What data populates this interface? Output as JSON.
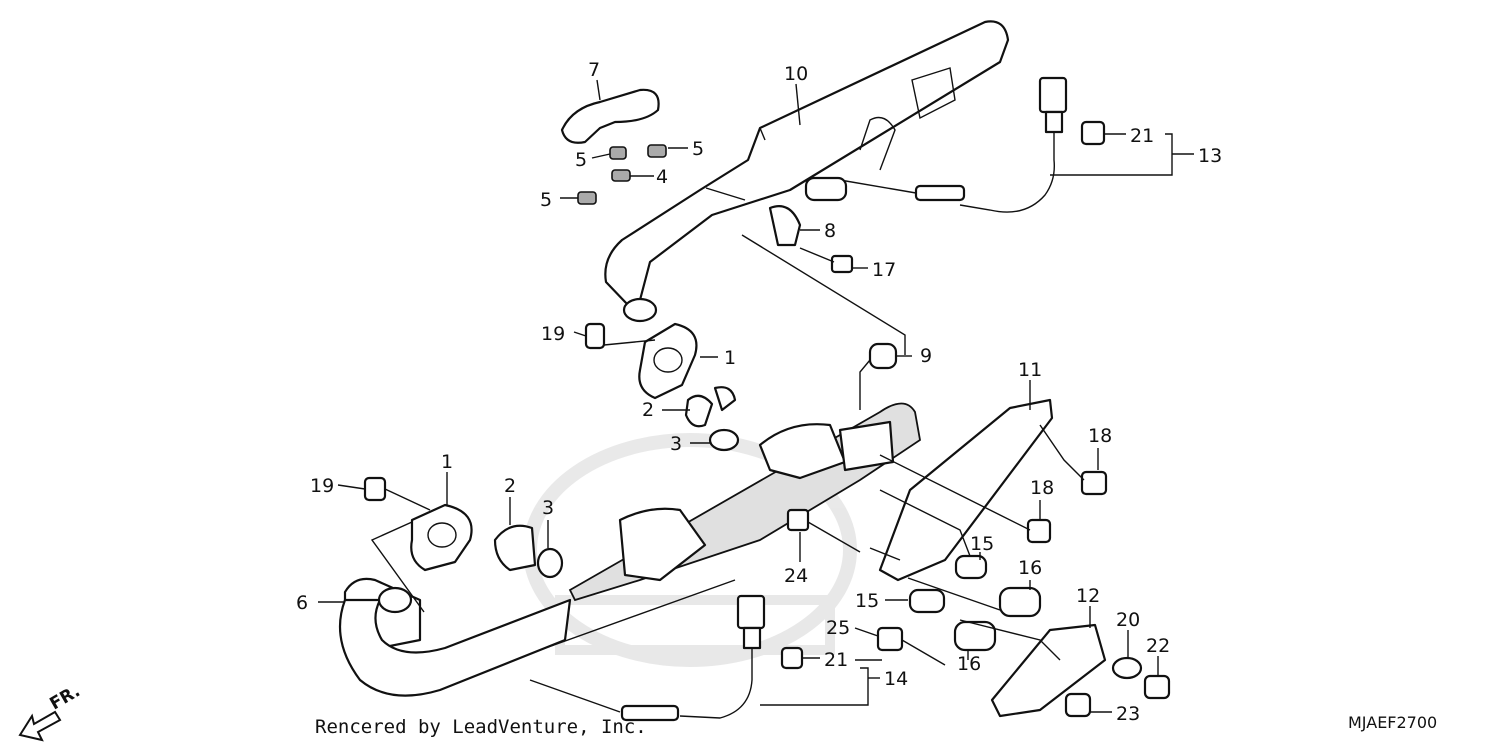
{
  "labels": {
    "l1a": "1",
    "l1b": "1",
    "l2a": "2",
    "l2b": "2",
    "l3a": "3",
    "l3b": "3",
    "l4": "4",
    "l5a": "5",
    "l5b": "5",
    "l5c": "5",
    "l6": "6",
    "l7": "7",
    "l8": "8",
    "l9": "9",
    "l10": "10",
    "l11": "11",
    "l12": "12",
    "l13": "13",
    "l14": "14",
    "l15a": "15",
    "l15b": "15",
    "l16a": "16",
    "l16b": "16",
    "l17": "17",
    "l18a": "18",
    "l18b": "18",
    "l19a": "19",
    "l19b": "19",
    "l20": "20",
    "l21a": "21",
    "l21b": "21",
    "l22": "22",
    "l23": "23",
    "l24": "24",
    "l25": "25"
  },
  "footer": {
    "credit": "Rencered by LeadVenture, Inc.",
    "diagram_code": "MJAEF2700",
    "front_marker": "FR."
  },
  "icons": {
    "front_arrow": "front-direction-arrow-icon"
  }
}
